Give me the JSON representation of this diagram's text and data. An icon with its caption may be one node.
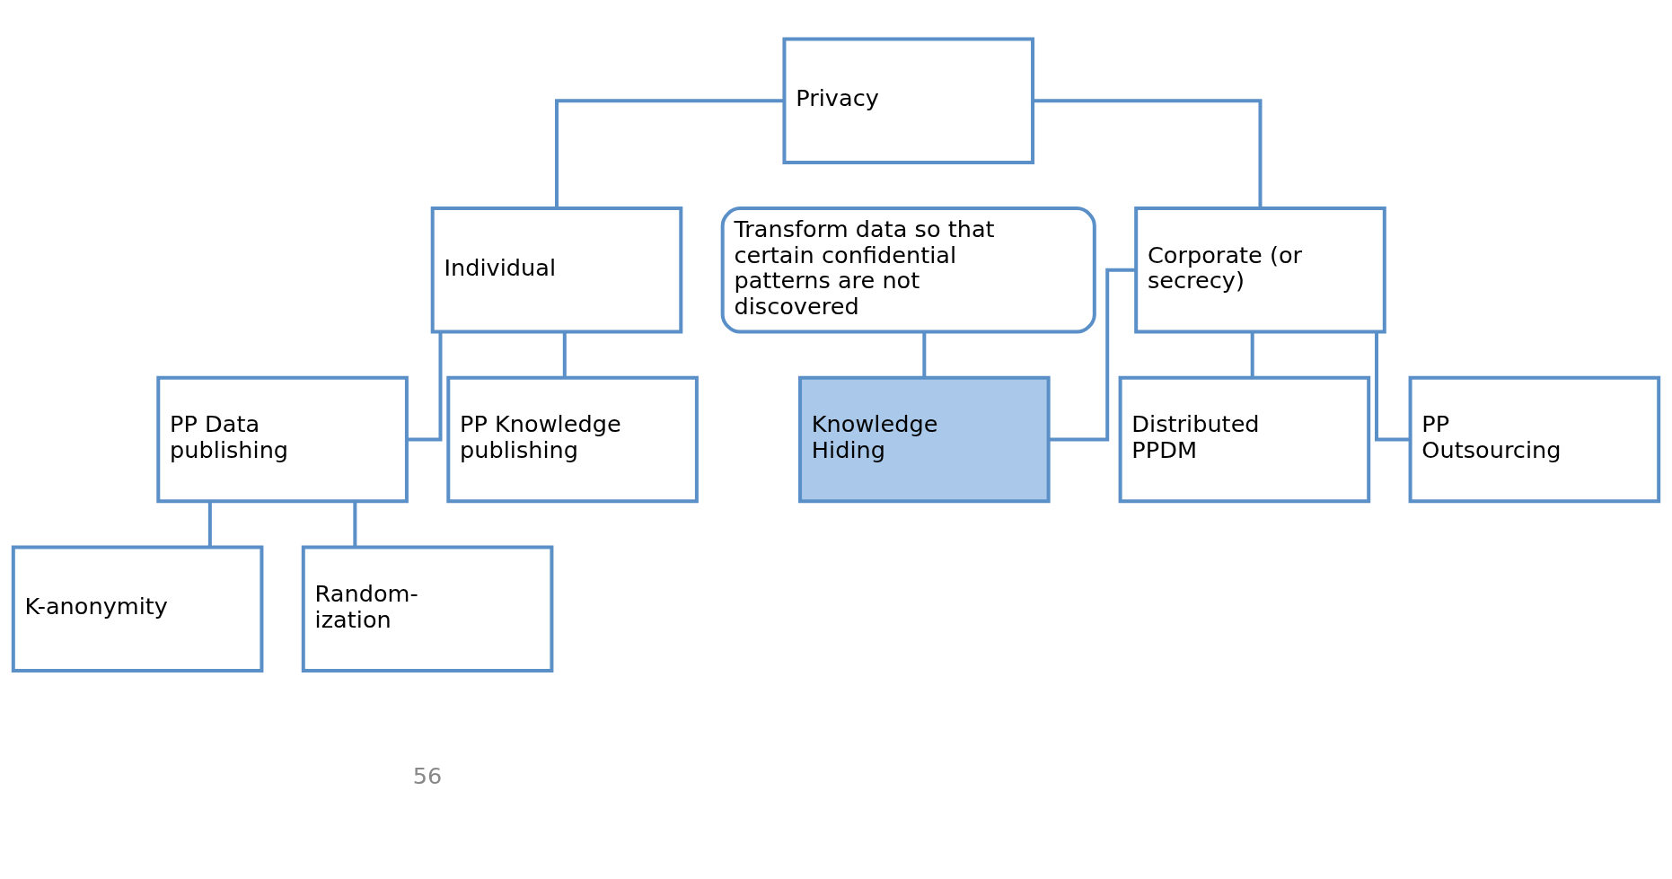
{
  "diagram": {
    "nodes": [
      {
        "text": [
          "Privacy"
        ]
      },
      {
        "text": [
          "Individual"
        ]
      },
      {
        "text": [
          "Corporate (or secrecy)"
        ]
      },
      {
        "text": [
          "PP Data publishing"
        ]
      },
      {
        "text": [
          "PP Knowledge publishing"
        ]
      },
      {
        "text": [
          "Knowledge Hiding"
        ]
      },
      {
        "text": [
          "Distributed PPDM"
        ]
      },
      {
        "text": [
          "PP Outsourcing"
        ]
      },
      {
        "text": [
          "K-anonymity"
        ]
      },
      {
        "text": [
          "Random- ization"
        ]
      },
      {
        "text": [
          "Transform data so that certain confidential patterns are not discovered"
        ]
      }
    ],
    "edges": [
      {
        "from": 0,
        "to": 1,
        "arrow": "none"
      },
      {
        "from": 0,
        "to": 2,
        "arrow": "none"
      },
      {
        "from": 1,
        "to": 3,
        "arrow": "none"
      },
      {
        "from": 1,
        "to": 4,
        "arrow": "none"
      },
      {
        "from": 2,
        "to": 5,
        "arrow": "none"
      },
      {
        "from": 2,
        "to": 6,
        "arrow": "none"
      },
      {
        "from": 2,
        "to": 7,
        "arrow": "none"
      },
      {
        "from": 3,
        "to": 8,
        "arrow": "none"
      },
      {
        "from": 3,
        "to": 9,
        "arrow": "none"
      },
      {
        "from": 10,
        "to": 5,
        "arrow": "none"
      }
    ],
    "labels": [
      "56"
    ]
  }
}
